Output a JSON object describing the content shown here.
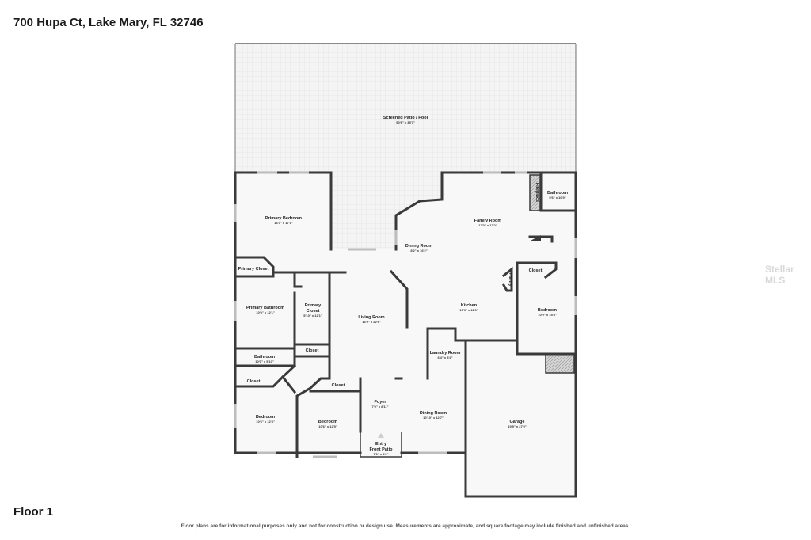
{
  "header": {
    "address": "700 Hupa Ct, Lake Mary, FL 32746"
  },
  "footer": {
    "floor_label": "Floor 1",
    "disclaimer": "Floor plans are for informational purposes only and not for construction or design use. Measurements are approximate, and square footage may include finished and unfinished areas."
  },
  "watermark": "Stellar MLS",
  "rooms": {
    "patio": {
      "name": "Screened Patio / Pool",
      "dims": "50'6\" x 35'7\""
    },
    "primary_bedroom": {
      "name": "Primary Bedroom",
      "dims": "16'3\" x 17'1\""
    },
    "primary_closet_1": {
      "name": "Primary Closet"
    },
    "primary_bathroom": {
      "name": "Primary Bathroom",
      "dims": "10'0\" x 12'1\""
    },
    "primary_closet_2": {
      "name_line1": "Primary",
      "name_line2": "Closet",
      "dims": "5'10\" x 12'1\""
    },
    "closet_a": {
      "name": "Closet"
    },
    "bathroom_1": {
      "name": "Bathroom",
      "dims": "10'0\" x 5'10\""
    },
    "closet_b": {
      "name": "Closet"
    },
    "closet_c": {
      "name": "Closet"
    },
    "bedroom_1": {
      "name": "Bedroom",
      "dims": "10'6\" x 12'3\""
    },
    "bedroom_2": {
      "name": "Bedroom",
      "dims": "10'6\" x 12'5\""
    },
    "living_room": {
      "name": "Living Room",
      "dims": "16'9\" x 22'6\""
    },
    "dining_room_1": {
      "name": "Dining Room",
      "dims": "8'2\" x 16'2\""
    },
    "family_room": {
      "name": "Family Room",
      "dims": "17'3\" x 17'2\""
    },
    "fireplace": {
      "name": "Fireplace"
    },
    "bathroom_2": {
      "name": "Bathroom",
      "dims": "5'6\" x 10'9\""
    },
    "closet_d": {
      "name": "Closet"
    },
    "pantry": {
      "name": "Pantry"
    },
    "bedroom_3": {
      "name": "Bedroom",
      "dims": "10'0\" x 15'8\""
    },
    "kitchen": {
      "name": "Kitchen",
      "dims": "15'9\" x 11'6\""
    },
    "laundry": {
      "name": "Laundry Room",
      "dims": "6'4\" x 8'4\""
    },
    "foyer": {
      "name": "Foyer",
      "dims": "7'0\" x 8'11\""
    },
    "dining_room_2": {
      "name": "Dining Room",
      "dims": "10'10\" x 12'7\""
    },
    "garage": {
      "name": "Garage",
      "dims": "19'5\" x 27'0\""
    },
    "entry": {
      "name_line1": "Entry",
      "name_line2": "Front Patio",
      "dims": "7'0\" x 4'2\""
    }
  }
}
